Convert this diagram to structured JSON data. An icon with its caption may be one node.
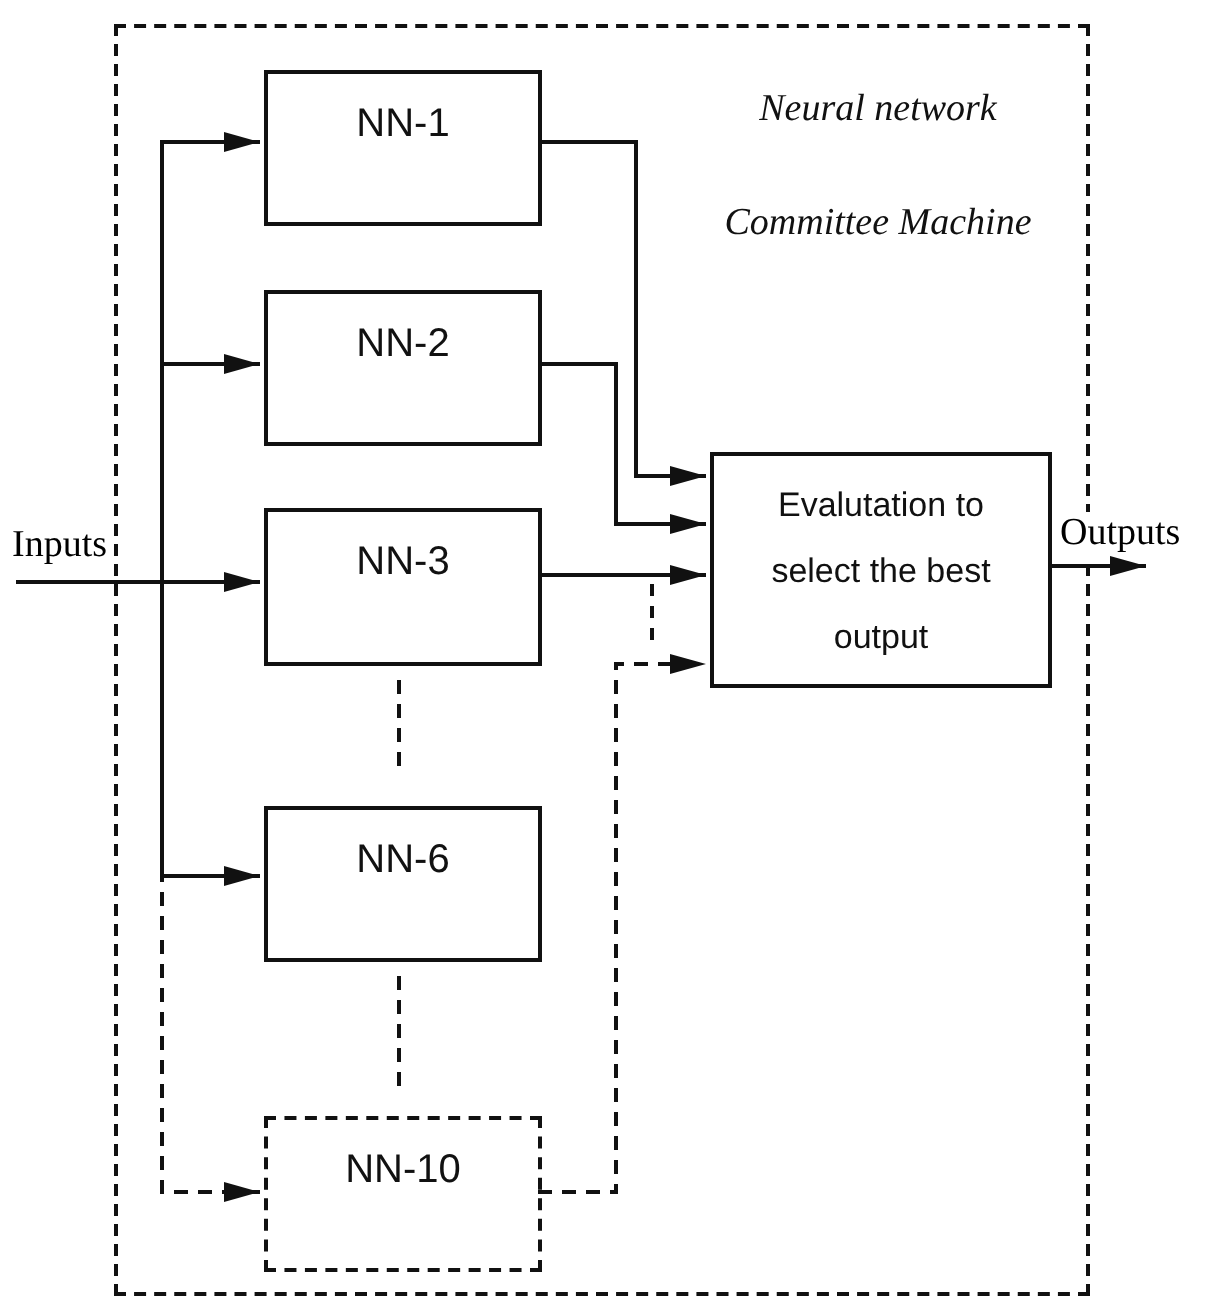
{
  "diagram": {
    "nodes": [
      {
        "text": [
          "Neural network",
          "Committee Machine"
        ]
      },
      {
        "text": [
          "NN-1"
        ],
        "in": 0
      },
      {
        "text": [
          "NN-2"
        ],
        "in": 0
      },
      {
        "text": [
          "NN-3"
        ],
        "in": 0
      },
      {
        "text": [
          "NN-6"
        ],
        "in": 0
      },
      {
        "text": [
          "NN-10"
        ],
        "in": 0
      },
      {
        "text": [
          "Evalutation to select the best output"
        ],
        "in": 0
      },
      {
        "text": [
          "Inputs"
        ]
      }
    ],
    "edges": [
      {
        "from": 7,
        "to": 1,
        "arrow": "to"
      },
      {
        "from": 7,
        "to": 2,
        "arrow": "to"
      },
      {
        "from": 7,
        "to": 3,
        "arrow": "to"
      },
      {
        "from": 7,
        "to": 4,
        "arrow": "to"
      },
      {
        "from": 7,
        "to": 5,
        "arrow": "to",
        "style": "dashed"
      },
      {
        "from": 1,
        "to": 6,
        "arrow": "to"
      },
      {
        "from": 2,
        "to": 6,
        "arrow": "to"
      },
      {
        "from": 3,
        "to": 6,
        "arrow": "to"
      },
      {
        "from": 5,
        "to": 6,
        "arrow": "to",
        "style": "dashed"
      },
      {
        "from": 6,
        "to": null,
        "arrow": "to",
        "label": "Outputs"
      },
      {
        "from": 3,
        "to": 4,
        "arrow": "none",
        "style": "dashed"
      },
      {
        "from": 4,
        "to": 5,
        "arrow": "none",
        "style": "dashed"
      }
    ]
  }
}
